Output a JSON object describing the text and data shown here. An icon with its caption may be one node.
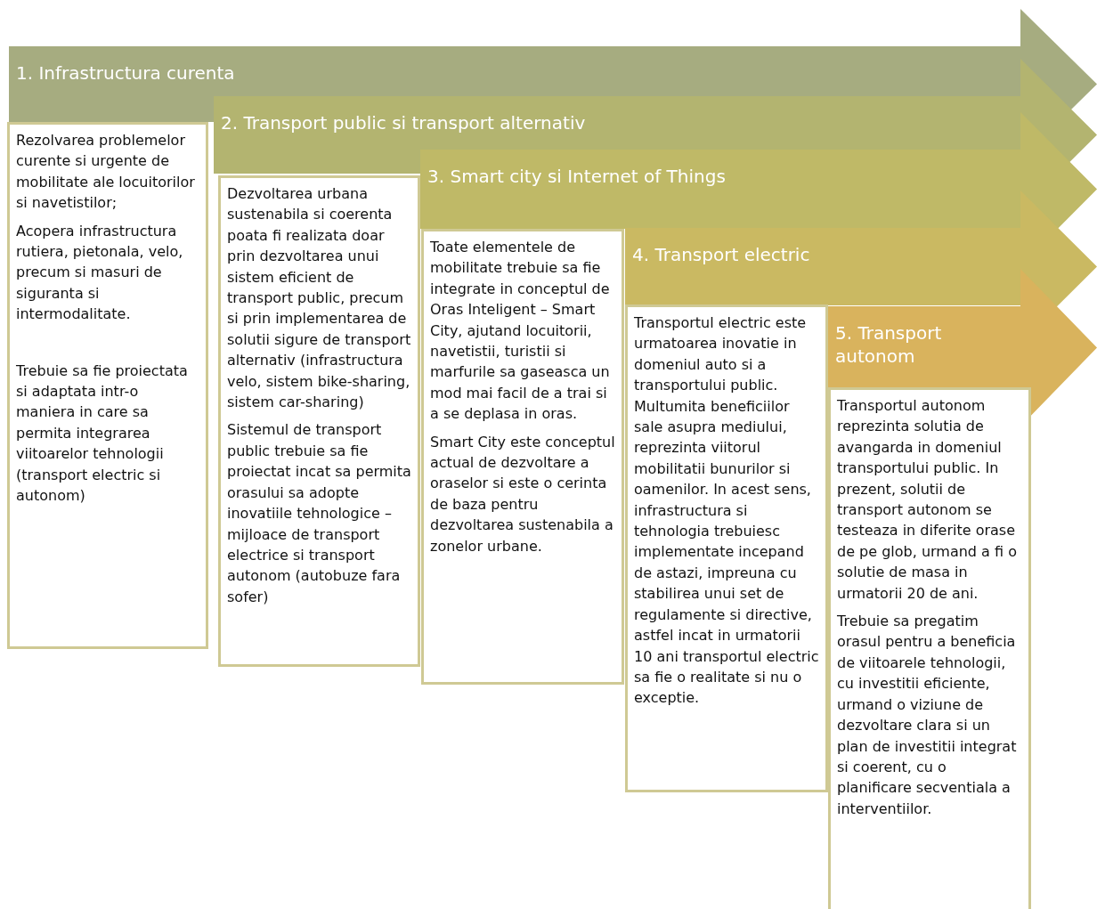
{
  "diagram": {
    "nodes": [
      {
        "text": [
          "1. Infrastructura curenta"
        ]
      },
      {
        "text": [
          "Rezolvarea problemelor curente si urgente de mobilitate ale locuitorilor si navetistilor;",
          "Acopera infrastructura rutiera, pietonala, velo, precum si masuri de siguranta si intermodalitate.",
          "Trebuie sa fie proiectata si adaptata intr-o maniera in care sa permita integrarea viitoarelor tehnologii (transport electric si autonom)"
        ]
      },
      {
        "text": [
          "2. Transport public si transport alternativ"
        ]
      },
      {
        "text": [
          "Dezvoltarea urbana sustenabila si coerenta poata fi realizata doar prin dezvoltarea unui sistem eficient de transport public, precum si prin implementarea de solutii sigure de transport alternativ (infrastructura velo, sistem bike-sharing, sistem car-sharing)",
          "Sistemul de transport public trebuie sa fie proiectat incat sa permita orasului sa adopte inovatiile tehnologice – mijloace de transport electrice si transport autonom (autobuze fara sofer)"
        ]
      },
      {
        "text": [
          "3. Smart city si Internet of Things"
        ]
      },
      {
        "text": [
          "Toate elementele de mobilitate trebuie sa fie integrate in conceptul de Oras Inteligent – Smart City, ajutand locuitorii, navetistii, turistii si marfurile sa gaseasca un mod mai facil de a trai si a se deplasa in oras.",
          "Smart City este conceptul actual de dezvoltare a oraselor si este o cerinta de baza pentru dezvoltarea sustenabila a zonelor urbane."
        ]
      },
      {
        "text": [
          "4. Transport electric"
        ]
      },
      {
        "text": [
          "Transportul electric este urmatoarea inovatie in domeniul auto si a transportului public. Multumita beneficiilor sale asupra mediului, reprezinta viitorul mobilitatii bunurilor si oamenilor. In acest sens, infrastructura si tehnologia trebuiesc implementate incepand de astazi, impreuna cu stabilirea unui set de regulamente si directive, astfel incat in urmatorii 10 ani transportul electric sa fie o realitate si nu o exceptie."
        ]
      },
      {
        "text": [
          "5. Transport autonom"
        ]
      },
      {
        "text": [
          "Transportul autonom reprezinta solutia de avangarda in domeniul transportului public. In prezent, solutii de transport autonom se testeaza in diferite orase de pe glob, urmand a fi o solutie de masa in urmatorii 20 de ani.",
          "Trebuie sa pregatim orasul pentru a beneficia de viitoarele tehnologii, cu investitii eficiente, urmand o viziune de dezvoltare clara si un plan de investitii integrat si coerent, cu o planificare secventiala a interventiilor."
        ]
      }
    ]
  }
}
